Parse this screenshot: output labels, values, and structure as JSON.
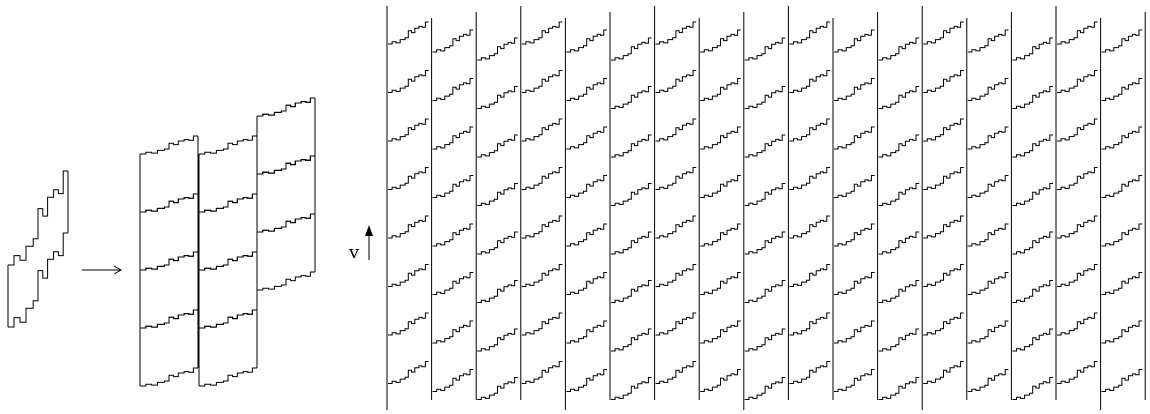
{
  "figure": {
    "panels": [
      {
        "id": "single-tile",
        "tiles": 1
      },
      {
        "id": "tile-cluster",
        "columns": 3,
        "rows_per_column": [
          4,
          4,
          3
        ]
      },
      {
        "id": "tiling-lattice",
        "columns": 17,
        "rows": 8
      }
    ],
    "arrow_between": "right",
    "vector_label": "v",
    "vector_direction": "up",
    "colors": {
      "stroke": "#000000",
      "background": "#ffffff"
    }
  }
}
